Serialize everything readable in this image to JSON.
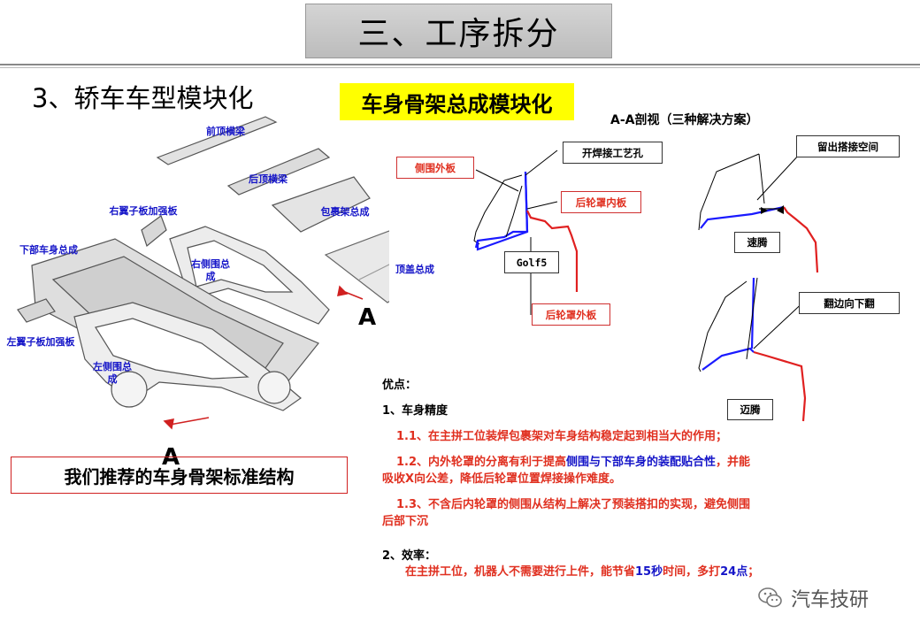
{
  "title": "三、工序拆分",
  "section_title": "3、轿车车型模块化",
  "highlight": "车身骨架总成模块化",
  "section_heading": "A-A剖视（三种解决方案）",
  "parts": {
    "front_roof_beam": "前顶横梁",
    "rear_roof_beam": "后顶横梁",
    "right_fender_reinforce": "右翼子板加强板",
    "parcel_shelf": "包裹架总成",
    "underbody": "下部车身总成",
    "right_side": "右侧围总成",
    "roof": "顶盖总成",
    "left_fender_reinforce": "左翼子板加强板",
    "left_side": "左侧围总成"
  },
  "section_markers": {
    "a_right": "A",
    "a_bottom": "A"
  },
  "callouts": {
    "side_outer": "侧围外板",
    "weld_hole": "开焊接工艺孔",
    "wheelhouse_inner": "后轮罩内板",
    "golf5": "Golf5",
    "wheelhouse_outer": "后轮罩外板",
    "overlap_space": "留出搭接空间",
    "sagitar": "速腾",
    "flange_down": "翻边向下翻",
    "magotan": "迈腾"
  },
  "recommend": "我们推荐的车身骨架标准结构",
  "advantages": {
    "heading": "优点：",
    "item1_title": "1、车身精度",
    "item1_1": "1.1、在主拼工位装焊包裹架对车身结构稳定起到相当大的作用；",
    "item1_2a": "1.2、内外轮罩的分离有利于提高",
    "item1_2b": "侧围与下部车身的装配贴合性",
    "item1_2c": "，并能",
    "item1_2d": "吸收X向公差，降低后轮罩位置焊接操作难度。",
    "item1_3a": "1.3、不含后内轮罩的侧围从结构上解决了预装搭扣的实现，避免侧围",
    "item1_3b": "后部下沉",
    "item2_title": "2、效率：",
    "item2_a": "在主拼工位，机器人不需要进行上件，能节省",
    "item2_b": "15秒",
    "item2_c": "时间，多打",
    "item2_d": "24点",
    "item2_e": "；"
  },
  "watermark": "汽车技研",
  "colors": {
    "accent_red": "#e03020",
    "accent_blue": "#1515c8",
    "highlight": "#ffff00"
  }
}
